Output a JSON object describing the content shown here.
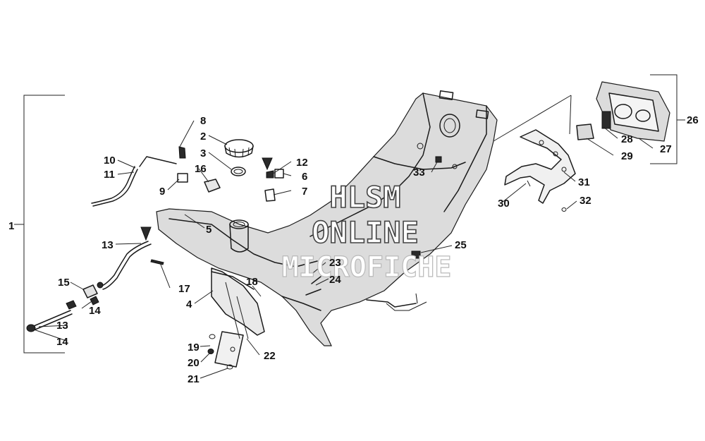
{
  "watermark": {
    "line1": "HLSM",
    "line2": "ONLINE",
    "line3": "MICROFICHE"
  },
  "callouts": [
    "1",
    "2",
    "3",
    "4",
    "5",
    "6",
    "7",
    "8",
    "9",
    "10",
    "11",
    "12",
    "13",
    "13",
    "14",
    "14",
    "15",
    "16",
    "17",
    "18",
    "19",
    "20",
    "21",
    "22",
    "23",
    "24",
    "25",
    "26",
    "27",
    "28",
    "29",
    "30",
    "31",
    "32",
    "33"
  ]
}
